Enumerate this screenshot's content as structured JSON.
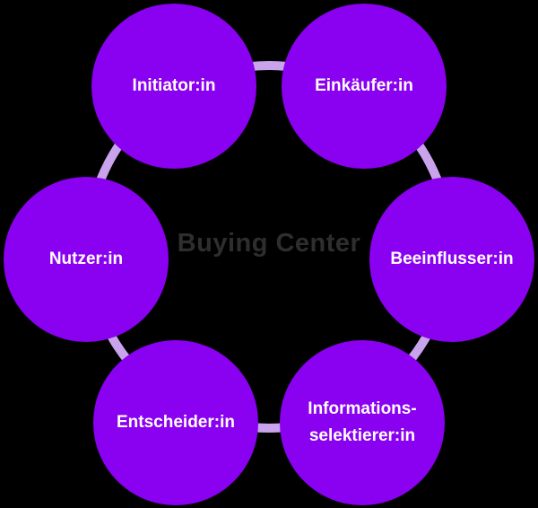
{
  "diagram": {
    "title": "Buying Center",
    "nodes": [
      {
        "id": "initiator",
        "label": "Initiator:in"
      },
      {
        "id": "einkaeufer",
        "label": "Einkäufer:in"
      },
      {
        "id": "nutzer",
        "label": "Nutzer:in"
      },
      {
        "id": "beeinflusser",
        "label": "Beeinflusser:in"
      },
      {
        "id": "entscheider",
        "label": "Entscheider:in"
      },
      {
        "id": "informationsselektierer",
        "label": "Informations-\nselektierer:in"
      }
    ]
  },
  "colors": {
    "background": "#000000",
    "circle-fill": "#8A00F0",
    "connector": "#C9A3EC",
    "title-color": "#2E2E2E"
  }
}
